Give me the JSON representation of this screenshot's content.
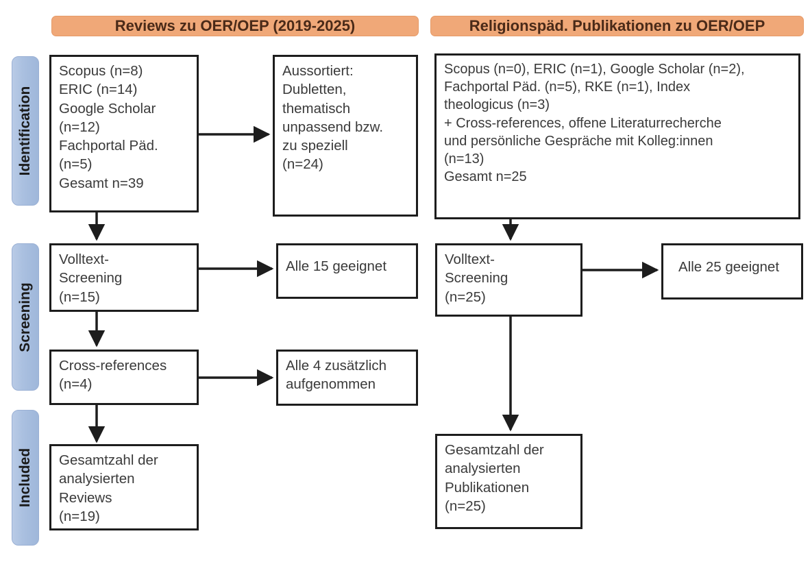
{
  "figure": {
    "type": "prisma-flow-diagram",
    "title_left": "Reviews zu OER/OEP (2019-2025)",
    "title_right": "Religionspäd. Publikationen zu OER/OEP",
    "accent_color": "#f0a878",
    "stage_pill_color": "#aac0e0",
    "box_border_color": "#1d1d1d",
    "text_color": "#3a3a3a"
  },
  "stages": [
    {
      "id": "identification",
      "label": "Identification"
    },
    {
      "id": "screening",
      "label": "Screening"
    },
    {
      "id": "included",
      "label": "Included"
    }
  ],
  "columns": {
    "left": {
      "header": "Reviews zu OER/OEP (2019-2025)",
      "boxes": {
        "sources": "Scopus (n=8)\nERIC (n=14)\nGoogle Scholar\n(n=12)\nFachportal Päd.\n(n=5)\nGesamt n=39",
        "excluded": "Aussortiert:\nDubletten,\nthematisch\nunpassend bzw.\nzu speziell\n(n=24)",
        "fulltext": "Volltext-\nScreening\n(n=15)",
        "fulltext_result": "Alle 15 geeignet",
        "crossrefs": "Cross-references\n(n=4)",
        "crossrefs_result": "Alle 4 zusätzlich\naufgenommen",
        "included_total": "Gesamtzahl der\nanalysierten\nReviews\n(n=19)"
      }
    },
    "right": {
      "header": "Religionspäd. Publikationen zu OER/OEP",
      "boxes": {
        "sources": "Scopus (n=0), ERIC (n=1), Google Scholar (n=2),\nFachportal Päd. (n=5), RKE (n=1), Index\ntheologicus (n=3)\n+ Cross-references, offene Literaturrecherche\nund persönliche Gespräche mit Kolleg:innen\n(n=13)\nGesamt n=25",
        "fulltext": "Volltext-\nScreening\n(n=25)",
        "fulltext_result": "Alle 25 geeignet",
        "included_total": "Gesamtzahl der\nanalysierten\nPublikationen\n(n=25)"
      }
    }
  },
  "counts": {
    "left_scopus": 8,
    "left_eric": 14,
    "left_google_scholar": 12,
    "left_fachportal": 5,
    "left_total_identified": 39,
    "left_excluded": 24,
    "left_fulltext_screened": 15,
    "left_crossrefs": 4,
    "left_included": 19,
    "right_scopus": 0,
    "right_eric": 1,
    "right_google_scholar": 2,
    "right_fachportal": 5,
    "right_rke": 1,
    "right_index_theologicus": 3,
    "right_additional": 13,
    "right_total_identified": 25,
    "right_fulltext_screened": 25,
    "right_included": 25
  }
}
